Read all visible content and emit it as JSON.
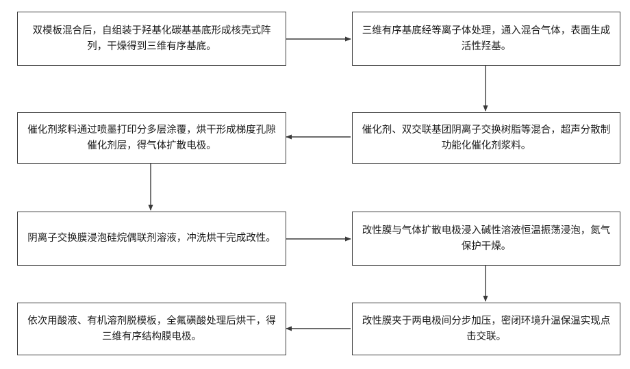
{
  "steps": [
    {
      "id": "s1",
      "text": "双模板混合后，自组装于羟基化碳基基底形成核壳式阵列，干燥得到三维有序基底。"
    },
    {
      "id": "s2",
      "text": "三维有序基底经等离子体处理，通入混合气体，表面生成活性羟基。"
    },
    {
      "id": "s3",
      "text": "催化剂、双交联基团阴离子交换树脂等混合，超声分散制功能化催化剂浆料。"
    },
    {
      "id": "s4",
      "text": "催化剂浆料通过喷墨打印分多层涂覆，烘干形成梯度孔隙催化剂层，得气体扩散电极。"
    },
    {
      "id": "s5",
      "text": "阴离子交换膜浸泡硅烷偶联剂溶液，冲洗烘干完成改性。"
    },
    {
      "id": "s6",
      "text": "改性膜与气体扩散电极浸入碱性溶液恒温振荡浸泡，氮气保护干燥。"
    },
    {
      "id": "s7",
      "text": "改性膜夹于两电极间分步加压，密闭环境升温保温实现点击交联。"
    },
    {
      "id": "s8",
      "text": "依次用酸液、有机溶剂脱模板，全氟磺酸处理后烘干，得三维有序结构膜电极。"
    }
  ],
  "connections": [
    {
      "from": "s1",
      "to": "s2"
    },
    {
      "from": "s2",
      "to": "s3"
    },
    {
      "from": "s3",
      "to": "s4"
    },
    {
      "from": "s4",
      "to": "s5"
    },
    {
      "from": "s5",
      "to": "s6"
    },
    {
      "from": "s6",
      "to": "s7"
    },
    {
      "from": "s7",
      "to": "s8"
    }
  ]
}
